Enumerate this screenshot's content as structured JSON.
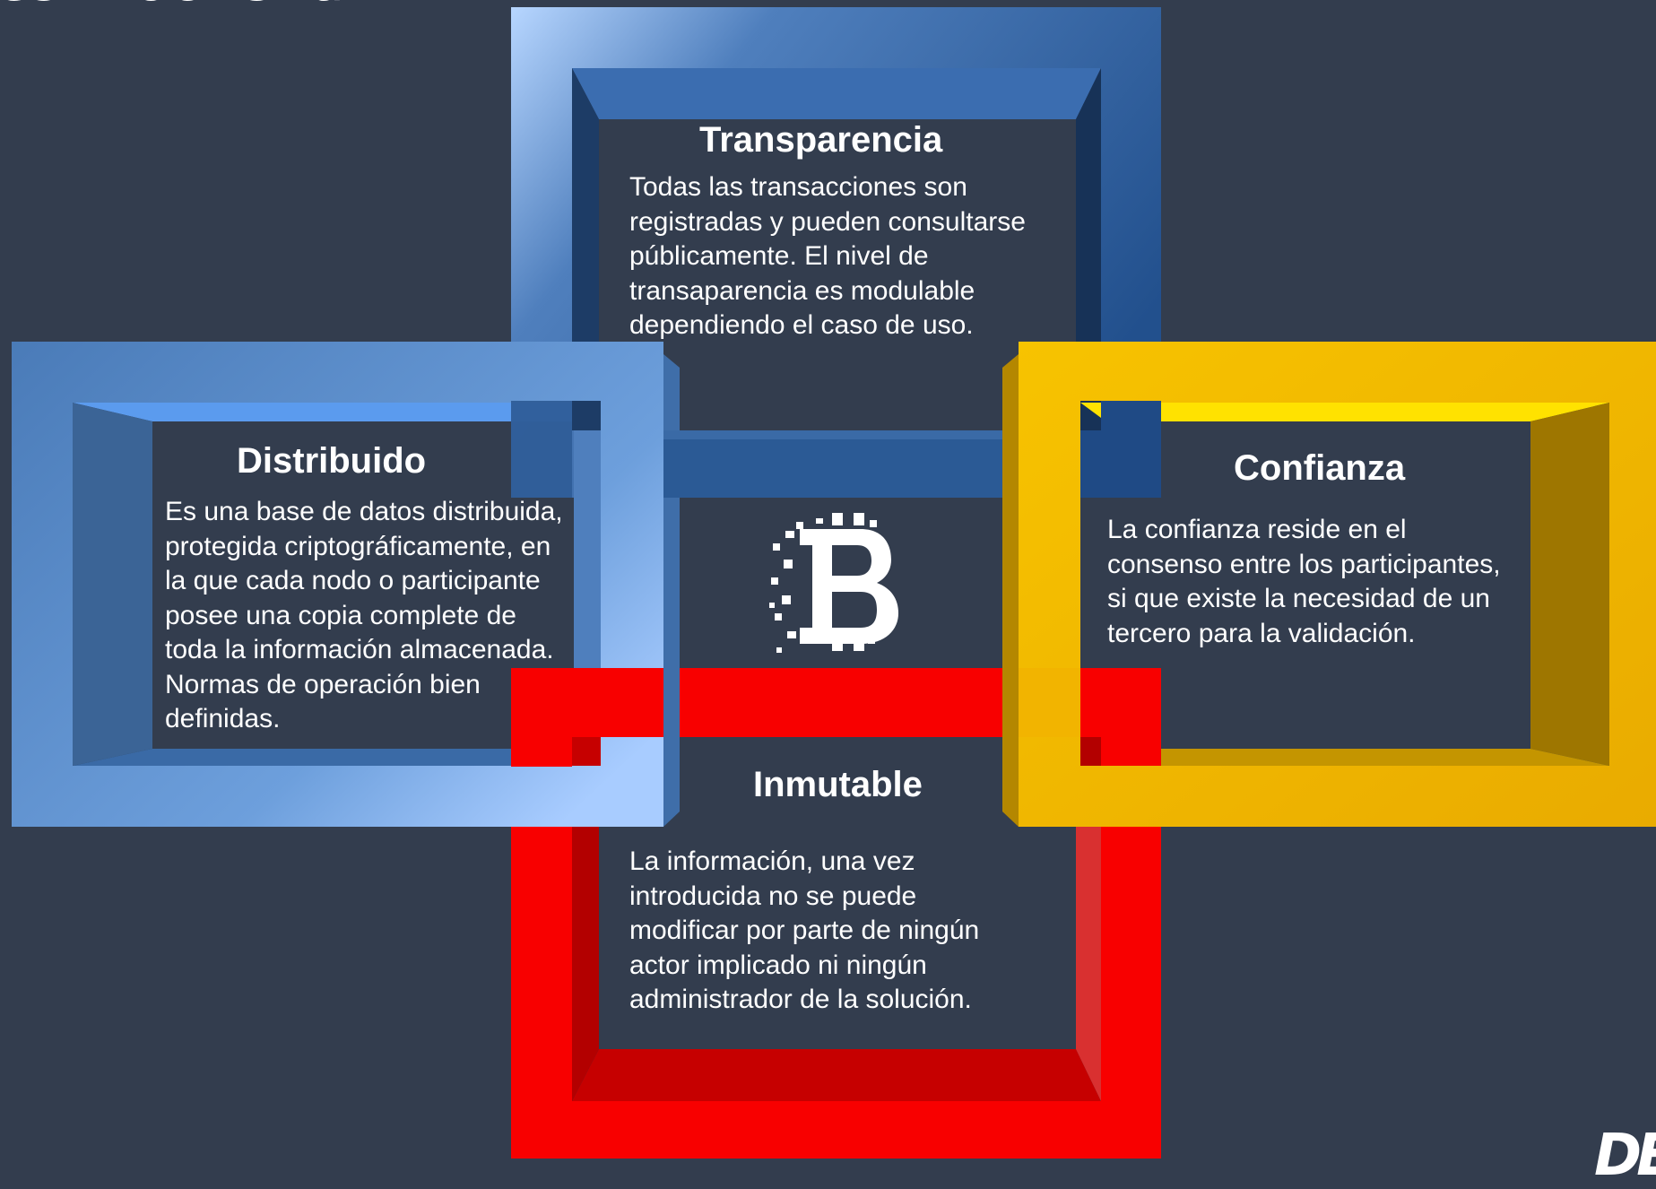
{
  "title_fragment": "es BlockChain?",
  "logo_fragment": "DE",
  "panels": {
    "transparencia": {
      "title": "Transparencia",
      "lines": [
        "Todas las transacciones son",
        "registradas y pueden consultarse",
        "públicamente. El nivel de",
        "transaparencia es modulable",
        "dependiendo el caso de uso."
      ]
    },
    "distribuido": {
      "title": "Distribuido",
      "lines": [
        "Es una base de datos distribuida,",
        "protegida criptográficamente, en",
        "la que cada nodo o participante",
        "posee una copia complete de",
        "toda la información almacenada.",
        "Normas de operación bien",
        "definidas."
      ]
    },
    "confianza": {
      "title": "Confianza",
      "lines": [
        "La confianza reside en el",
        "consenso entre los participantes,",
        "si que existe la necesidad de un",
        "tercero para la validación."
      ]
    },
    "inmutable": {
      "title": "Inmutable",
      "lines": [
        "La información, una vez",
        "introducida no se puede",
        "modificar por parte de ningún",
        "actor implicado ni ningún",
        "administrador de la solución."
      ]
    }
  },
  "center_icon": "bitcoin-icon",
  "colors": {
    "background": "#333d4e",
    "blue_dark": "#2b5a95",
    "blue_light": "#4a7bb8",
    "yellow": "#f2b400",
    "red": "#f80000"
  }
}
